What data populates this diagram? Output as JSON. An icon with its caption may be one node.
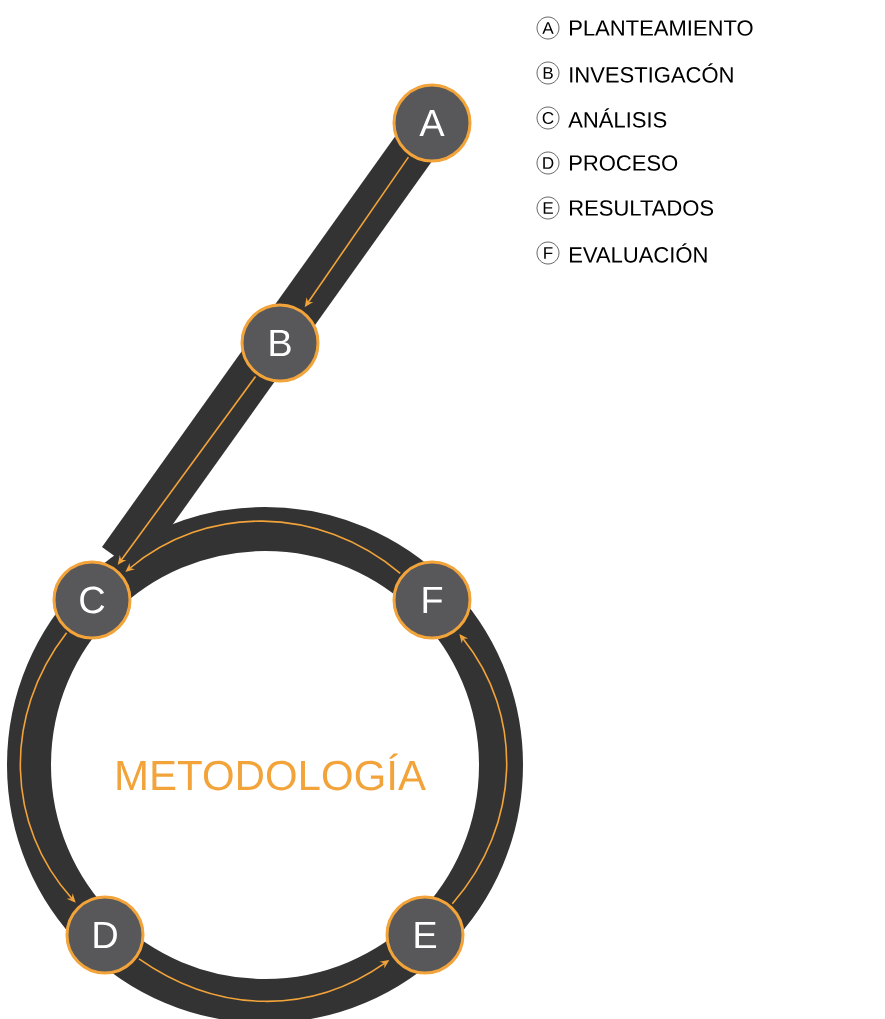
{
  "diagram": {
    "title": "METODOLOGÍA",
    "nodes": [
      {
        "text": [
          "A"
        ]
      },
      {
        "text": [
          "B"
        ]
      },
      {
        "text": [
          "C"
        ]
      },
      {
        "text": [
          "D"
        ]
      },
      {
        "text": [
          "E"
        ]
      },
      {
        "text": [
          "F"
        ]
      }
    ],
    "edges": [
      {
        "from": 0,
        "to": 1,
        "arrow": "to"
      },
      {
        "from": 1,
        "to": 2,
        "arrow": "to"
      },
      {
        "from": 2,
        "to": 3,
        "arrow": "to"
      },
      {
        "from": 3,
        "to": 4,
        "arrow": "to"
      },
      {
        "from": 4,
        "to": 5,
        "arrow": "to"
      },
      {
        "from": 5,
        "to": 2,
        "arrow": "to"
      }
    ],
    "labels": [
      "A",
      "PLANTEAMIENTO",
      "B",
      "INVESTIGACÓN",
      "C",
      "ANÁLISIS",
      "D",
      "PROCESO",
      "E",
      "RESULTADOS",
      "F",
      "EVALUACIÓN"
    ]
  }
}
